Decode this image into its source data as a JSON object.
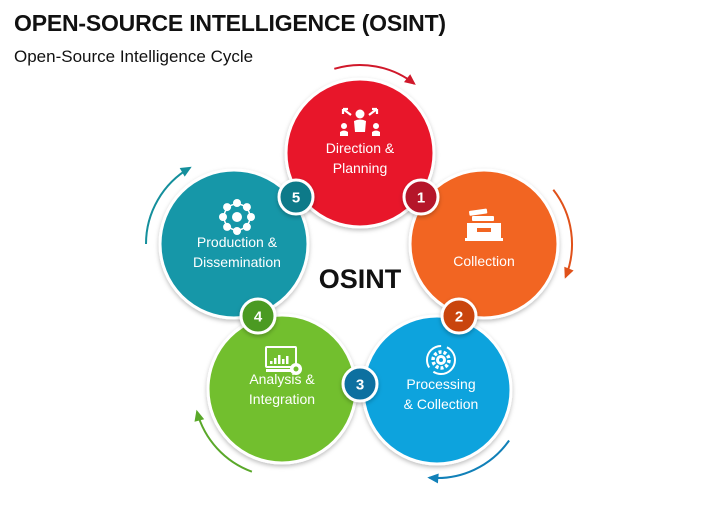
{
  "header": {
    "title": "OPEN-SOURCE INTELLIGENCE (OSINT)",
    "subtitle": "Open-Source Intelligence Cycle"
  },
  "diagram": {
    "center_label": "OSINT",
    "stages": [
      {
        "number": "1",
        "lines": [
          "Direction &",
          "Planning"
        ],
        "icon": "people-directions-icon",
        "color": "#e8182c",
        "badge_color": "#b5122a",
        "arrow_color": "#d0182a"
      },
      {
        "number": "2",
        "lines": [
          "Collection"
        ],
        "icon": "inbox-tray-icon",
        "color": "#f26522",
        "badge_color": "#c9440f",
        "arrow_color": "#e0511a"
      },
      {
        "number": "3",
        "lines": [
          "Processing",
          "& Collection"
        ],
        "icon": "gear-cycle-icon",
        "color": "#11a3dd",
        "badge_color": "#0d6fa0",
        "arrow_color": "#1180b8"
      },
      {
        "number": "4",
        "lines": [
          "Analysis &",
          "Integration"
        ],
        "icon": "dashboard-gear-icon",
        "color": "#72bf2d",
        "badge_color": "#4c9a22",
        "arrow_color": "#5aa82a"
      },
      {
        "number": "5",
        "lines": [
          "Production &",
          "Dissemination"
        ],
        "icon": "network-people-icon",
        "color": "#1597a8",
        "badge_color": "#117a89",
        "arrow_color": "#148f9c"
      }
    ]
  }
}
